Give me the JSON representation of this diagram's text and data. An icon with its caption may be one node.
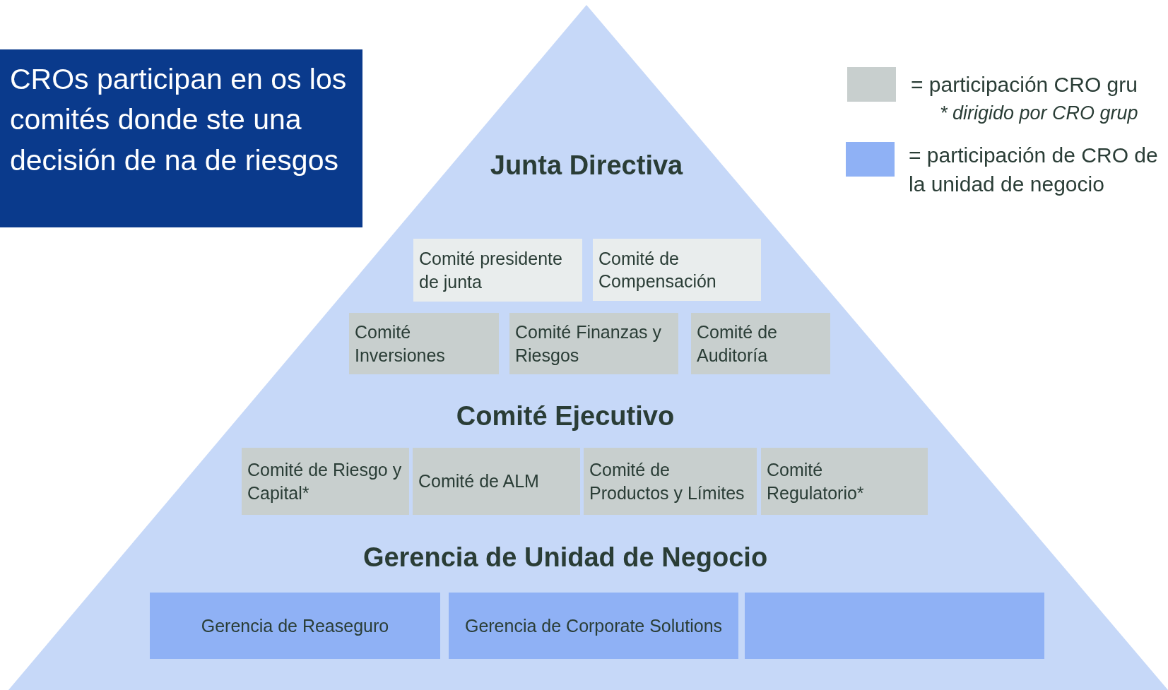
{
  "diagram": {
    "nodes": [
      {
        "text": [
          "Junta Directiva",
          "Comité Ejecutivo",
          "Gerencia de Unidad de Negocio"
        ]
      },
      {
        "text": [
          "CROs participan en os los comités donde ste una decisión de na de riesgos"
        ]
      },
      {
        "text": [
          "Comité presidente de junta"
        ],
        "in": 0
      },
      {
        "text": [
          "Comité de Compensación"
        ],
        "in": 0
      },
      {
        "text": [
          "Comité Inversiones"
        ],
        "in": 0
      },
      {
        "text": [
          "Comité Finanzas y Riesgos"
        ],
        "in": 0
      },
      {
        "text": [
          "Comité de Auditoría"
        ],
        "in": 0
      },
      {
        "text": [
          "Comité de Riesgo y Capital*"
        ],
        "in": 0
      },
      {
        "text": [
          "Comité de ALM"
        ],
        "in": 0
      },
      {
        "text": [
          "Comité de Productos y Límites"
        ],
        "in": 0
      },
      {
        "text": [
          "Comité Regulatorio*"
        ],
        "in": 0
      },
      {
        "text": [
          "Gerencia de Reaseguro"
        ],
        "in": 0
      },
      {
        "text": [
          "Gerencia de Corporate Solutions"
        ],
        "in": 0
      },
      {
        "text": [],
        "shape": "box",
        "in": 0
      }
    ],
    "edges": [],
    "labels": [
      "* dirigido por CRO grup"
    ],
    "legend": [
      {
        "text": "= participación CRO gru",
        "color": "#c8cfce"
      },
      {
        "text": "= participación de CRO de la unidad de negocio",
        "color": "#8fb1f5"
      }
    ]
  }
}
